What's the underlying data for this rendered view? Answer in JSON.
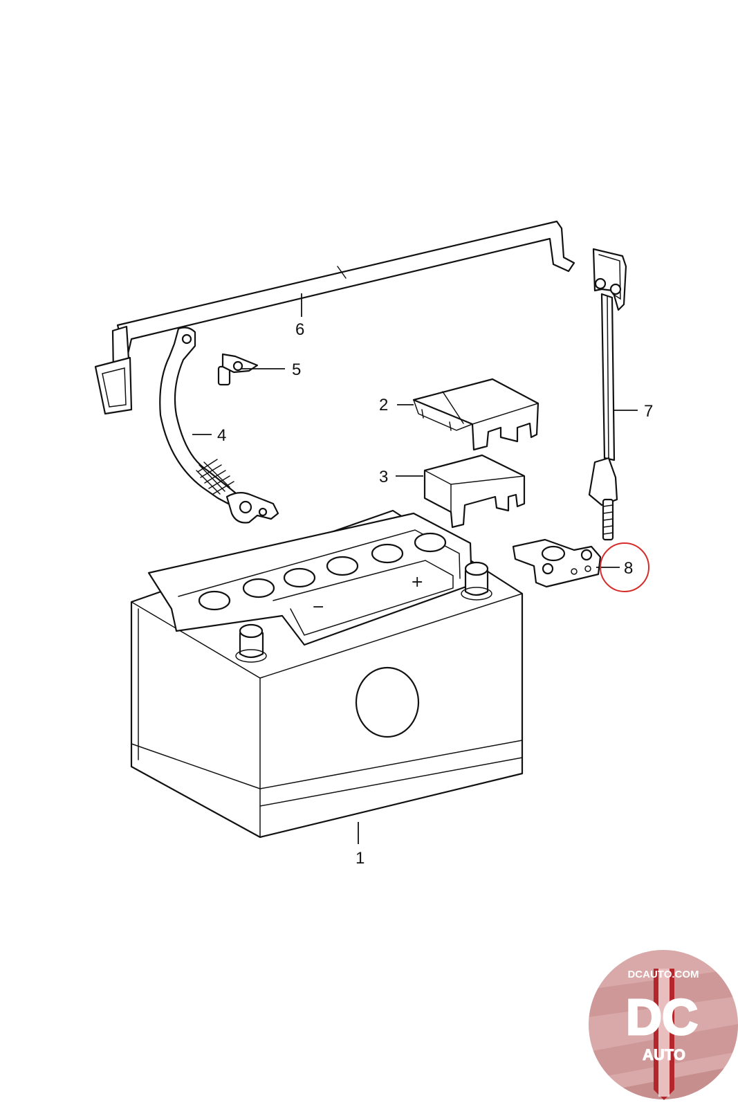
{
  "callouts": {
    "c1": "1",
    "c2": "2",
    "c3": "3",
    "c4": "4",
    "c5": "5",
    "c6": "6",
    "c7": "7",
    "c8": "8"
  },
  "battery_marks": {
    "minus": "−",
    "plus": "+"
  },
  "highlight": {
    "callout": "8",
    "color": "#d62b2b"
  },
  "logo": {
    "site": "DCAUTO.COM",
    "monogram": "DC",
    "word": "AUTO",
    "colors": {
      "red": "#b3262b",
      "slate": "#5d6470",
      "background": "#d9a9a9"
    }
  }
}
